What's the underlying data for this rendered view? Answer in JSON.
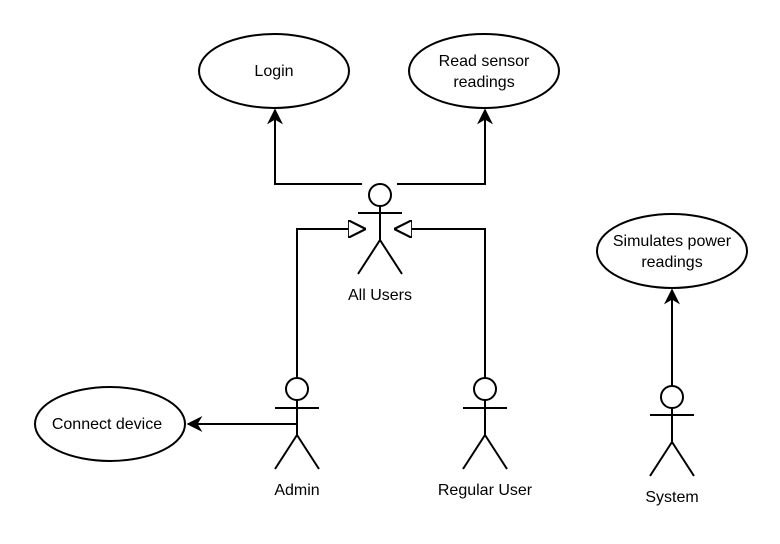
{
  "use_cases": {
    "login": "Login",
    "read_sensor": [
      "Read sensor",
      "readings"
    ],
    "connect_device": "Connect device",
    "simulates_power": [
      "Simulates power",
      "readings"
    ]
  },
  "actors": {
    "all_users": "All Users",
    "admin": "Admin",
    "regular_user": "Regular User",
    "system": "System"
  }
}
